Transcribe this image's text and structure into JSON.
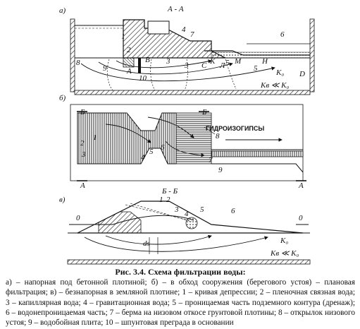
{
  "figure": {
    "panel_a": {
      "letter": "а)",
      "section": "А - А",
      "labels": [
        "1",
        "2",
        "3",
        "4",
        "5",
        "6",
        "7",
        "8",
        "9",
        "10",
        "3",
        "5"
      ],
      "letters": [
        "А",
        "В",
        "С",
        "К",
        "Л",
        "М",
        "Н",
        "D"
      ],
      "k0": "K₀",
      "k_rel": "Kв ≪ K₀"
    },
    "panel_b": {
      "letter": "б)",
      "section_marks": [
        "Б",
        "Б",
        "А",
        "А"
      ],
      "hydro_label": "ГИДРОИЗОГИПСЫ",
      "labels": [
        "1",
        "2",
        "3",
        "4",
        "5",
        "6",
        "7",
        "8",
        "9"
      ]
    },
    "panel_c": {
      "letter": "в)",
      "section": "Б - Б",
      "labels": [
        "1",
        "2",
        "3",
        "4",
        "5",
        "6"
      ],
      "zero_left": "0",
      "zero_right": "0",
      "k0": "K₀",
      "k_rel": "Kв ≪ K₀",
      "dim": "ds"
    }
  },
  "caption": {
    "title": "Рис. 3.4. Схема фильтрации воды:",
    "body": "а) – напорная под бетонной плотиной; б) – в обход сооружения (берегового устоя) – плановая фильтрация; в) – безнапорная в земляной плотине; 1 – кривая депрессии; 2 – пленочная связная вода; 3 – капиллярная вода; 4 – гравитационная вода; 5 – проницаемая часть подземного контура (дренаж); 6 – водонепроницаемая часть; 7 – берма на низовом откосе грунтовой плотины; 8 – открылок низового устоя; 9 – водобойная плита; 10 – шпунтовая преграда в основании"
  }
}
